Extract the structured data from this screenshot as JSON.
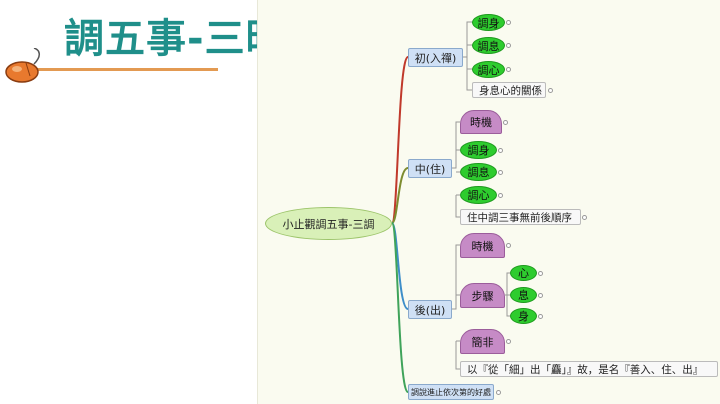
{
  "title": "調五事-三時調三事",
  "diagram": {
    "root": "小止觀調五事-三調",
    "branches": [
      {
        "label": "初(入禪)",
        "children": [
          "調身",
          "調息",
          "調心"
        ],
        "note": "身息心的關係"
      },
      {
        "label": "中(住)",
        "children": [
          "時機",
          "調身",
          "調息",
          "調心"
        ],
        "note": "住中調三事無前後順序"
      },
      {
        "label": "後(出)",
        "children": [
          "時機",
          "步驟",
          "簡非"
        ],
        "sub": [
          "心",
          "息",
          "身"
        ],
        "note": "以『從「細」出「麤」』故，是名『善入、住、出』"
      },
      {
        "label": "調說進止依次第的好處"
      }
    ]
  }
}
